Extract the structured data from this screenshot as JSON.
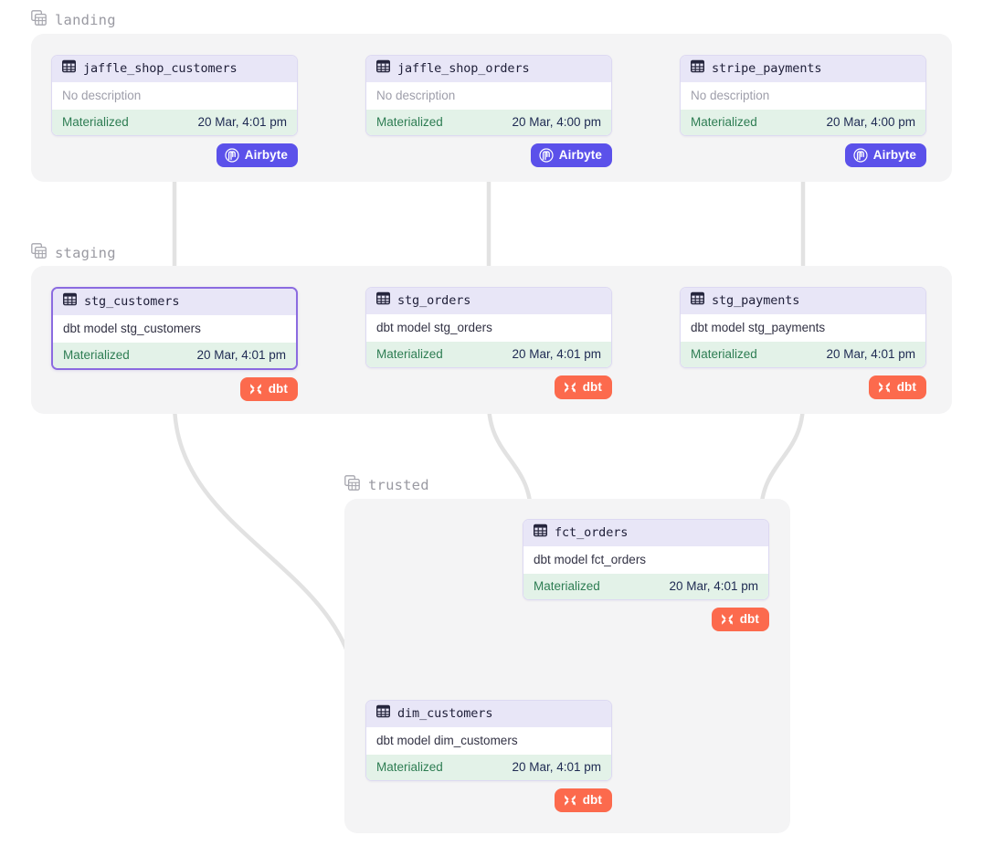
{
  "groups": [
    {
      "id": "landing",
      "label": "landing",
      "icon": "table-group-icon"
    },
    {
      "id": "staging",
      "label": "staging",
      "icon": "table-group-icon"
    },
    {
      "id": "trusted",
      "label": "trusted",
      "icon": "table-group-icon"
    }
  ],
  "nodes": [
    {
      "id": "jaffle_shop_customers",
      "group": "landing",
      "title": "jaffle_shop_customers",
      "icon": "table-icon",
      "description": "No description",
      "description_is_placeholder": true,
      "status": "Materialized",
      "timestamp": "20 Mar, 4:01 pm",
      "badge": {
        "label": "Airbyte",
        "kind": "airbyte",
        "icon": "airbyte-logo-icon"
      },
      "selected": false
    },
    {
      "id": "jaffle_shop_orders",
      "group": "landing",
      "title": "jaffle_shop_orders",
      "icon": "table-icon",
      "description": "No description",
      "description_is_placeholder": true,
      "status": "Materialized",
      "timestamp": "20 Mar, 4:00 pm",
      "badge": {
        "label": "Airbyte",
        "kind": "airbyte",
        "icon": "airbyte-logo-icon"
      },
      "selected": false
    },
    {
      "id": "stripe_payments",
      "group": "landing",
      "title": "stripe_payments",
      "icon": "table-icon",
      "description": "No description",
      "description_is_placeholder": true,
      "status": "Materialized",
      "timestamp": "20 Mar, 4:00 pm",
      "badge": {
        "label": "Airbyte",
        "kind": "airbyte",
        "icon": "airbyte-logo-icon"
      },
      "selected": false
    },
    {
      "id": "stg_customers",
      "group": "staging",
      "title": "stg_customers",
      "icon": "table-icon",
      "description": "dbt model stg_customers",
      "description_is_placeholder": false,
      "status": "Materialized",
      "timestamp": "20 Mar, 4:01 pm",
      "badge": {
        "label": "dbt",
        "kind": "dbt",
        "icon": "dbt-logo-icon"
      },
      "selected": true
    },
    {
      "id": "stg_orders",
      "group": "staging",
      "title": "stg_orders",
      "icon": "table-icon",
      "description": "dbt model stg_orders",
      "description_is_placeholder": false,
      "status": "Materialized",
      "timestamp": "20 Mar, 4:01 pm",
      "badge": {
        "label": "dbt",
        "kind": "dbt",
        "icon": "dbt-logo-icon"
      },
      "selected": false
    },
    {
      "id": "stg_payments",
      "group": "staging",
      "title": "stg_payments",
      "icon": "table-icon",
      "description": "dbt model stg_payments",
      "description_is_placeholder": false,
      "status": "Materialized",
      "timestamp": "20 Mar, 4:01 pm",
      "badge": {
        "label": "dbt",
        "kind": "dbt",
        "icon": "dbt-logo-icon"
      },
      "selected": false
    },
    {
      "id": "fct_orders",
      "group": "trusted",
      "title": "fct_orders",
      "icon": "table-icon",
      "description": "dbt model fct_orders",
      "description_is_placeholder": false,
      "status": "Materialized",
      "timestamp": "20 Mar, 4:01 pm",
      "badge": {
        "label": "dbt",
        "kind": "dbt",
        "icon": "dbt-logo-icon"
      },
      "selected": false
    },
    {
      "id": "dim_customers",
      "group": "trusted",
      "title": "dim_customers",
      "icon": "table-icon",
      "description": "dbt model dim_customers",
      "description_is_placeholder": false,
      "status": "Materialized",
      "timestamp": "20 Mar, 4:01 pm",
      "badge": {
        "label": "dbt",
        "kind": "dbt",
        "icon": "dbt-logo-icon"
      },
      "selected": false
    }
  ],
  "edges": [
    {
      "from": "jaffle_shop_customers",
      "to": "stg_customers"
    },
    {
      "from": "jaffle_shop_orders",
      "to": "stg_orders"
    },
    {
      "from": "stripe_payments",
      "to": "stg_payments"
    },
    {
      "from": "stg_customers",
      "to": "dim_customers"
    },
    {
      "from": "stg_orders",
      "to": "fct_orders"
    },
    {
      "from": "stg_payments",
      "to": "fct_orders"
    },
    {
      "from": "fct_orders",
      "to": "dim_customers"
    }
  ],
  "colors": {
    "group_background": "#f4f4f5",
    "card_header": "#e8e6f7",
    "card_border": "#ddd9f2",
    "selected_border": "#8b6be0",
    "status_background": "#e3f2e8",
    "status_text": "#2e7d53",
    "airbyte_badge": "#5b51ea",
    "dbt_badge": "#fc6a4d",
    "edge": "#e2e2e2",
    "group_label_text": "#9a9aa2"
  }
}
